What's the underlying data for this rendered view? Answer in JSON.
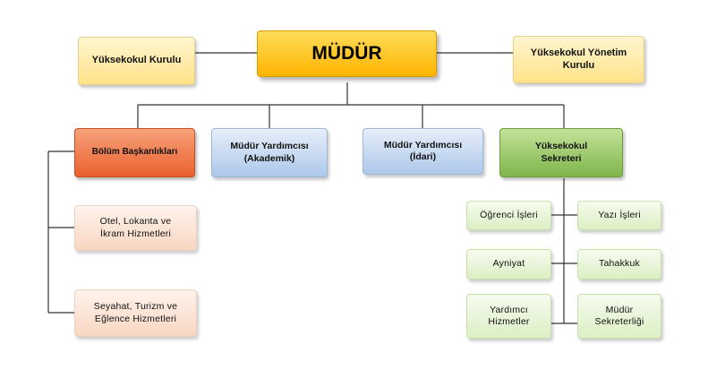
{
  "director": "MÜDÜR",
  "advisory": {
    "left": "Yüksekokul Kurulu",
    "right": "Yüksekokul Yönetim\nKurulu"
  },
  "units": {
    "department_heads": "Bölüm Başkanlıkları",
    "vice_academic": "Müdür Yardımcısı\n(Akademik)",
    "vice_admin": "Müdür Yardımcısı\n(İdari)",
    "secretary": "Yüksekokul\nSekreteri"
  },
  "departments": [
    "Otel, Lokanta ve\nİkram Hizmetleri",
    "Seyahat, Turizm ve\nEğlence Hizmetleri"
  ],
  "secretariat": {
    "student_affairs": "Öğrenci İşleri",
    "correspondence": "Yazı İşleri",
    "inventory": "Ayniyat",
    "accrual": "Tahakkuk",
    "support_services": "Yardımcı\nHizmetler",
    "director_secretariat": "Müdür\nSekreterliği"
  },
  "colors": {
    "director": "#ffc000",
    "advisory": "#ffe699",
    "department_heads": "#e8602e",
    "vice": "#b4cde9",
    "secretary": "#8cc152",
    "departments": "#fbdcc8",
    "secretariat_units": "#e2f0cf",
    "connector": "#333333"
  }
}
